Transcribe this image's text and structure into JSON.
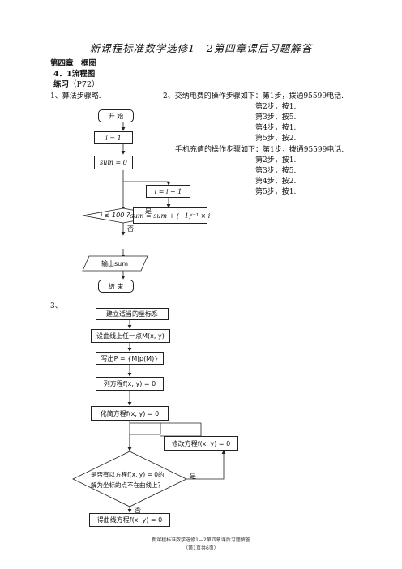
{
  "title": "新课程标准数学选修1—2第四章课后习题解答",
  "chapter": "第四章　框图",
  "section": "4．1流程图",
  "exercise": "练习",
  "exercise_page": "（P72）",
  "q1": "1、算法步骤略.",
  "q2": {
    "intro": "2、交纳电费的操作步骤如下：第1步，拨通95599电话.",
    "lines_a": [
      "第2步，按1.",
      "第3步，按5.",
      "第4步，按1.",
      "第5步，按2."
    ],
    "mobile_intro": "手机充值的操作步骤如下：第1步，拨通95599电话.",
    "lines_b": [
      "第2步，按1.",
      "第3步，按5.",
      "第4步，按2.",
      "第5步，按1."
    ]
  },
  "flow1": {
    "start": "开 始",
    "init_i": "i = 1",
    "init_sum": "sum = 0",
    "update_i": "i = i + 1",
    "update_sum": "sum = sum + (−1)ⁱ⁻¹ × i",
    "condition": "i ≤ 100 ?",
    "yes": "是",
    "no": "否",
    "output": "输出sum",
    "end": "结 束"
  },
  "q3": "3、",
  "flow2": {
    "step1": "建立适当的坐标系",
    "step2": "设曲线上任一点M(x, y)",
    "step3": "写出P = {M|p(M)}",
    "step4": "列方程f(x, y) = 0",
    "step5": "化简方程f(x, y) = 0",
    "modify": "修改方程f(x, y) = 0",
    "cond_line1": "是否有以方程f(x, y) = 0的",
    "cond_line2": "解为坐标的点不在曲线上？",
    "yes": "是",
    "no": "否",
    "result": "得曲线方程f(x, y) = 0"
  },
  "footer": {
    "line1": "新课程标准数学选修1—2第四章课后习题解答",
    "line2": "（第1页共6页）"
  }
}
